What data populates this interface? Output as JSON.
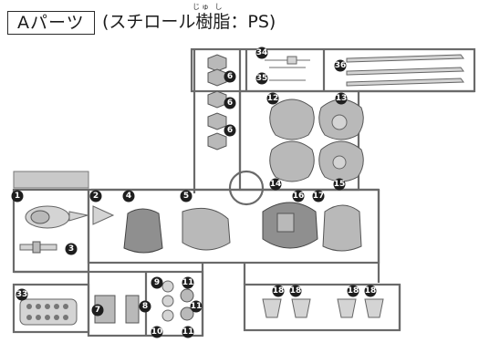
{
  "header": {
    "parts_label": "Aパーツ",
    "material_label": "(スチロール樹脂：PS)",
    "ruby": "じゅ し"
  },
  "part_numbers": [
    "1",
    "2",
    "3",
    "4",
    "5",
    "6",
    "6",
    "6",
    "8",
    "9",
    "10",
    "11",
    "11",
    "11",
    "12",
    "13",
    "14",
    "15",
    "16",
    "17",
    "18",
    "18",
    "18",
    "18",
    "33",
    "34",
    "35",
    "36",
    "7"
  ],
  "colors": {
    "frame": "#6a6a6a",
    "part": "#b9b9b9",
    "label_bg": "#1e1e1e"
  }
}
